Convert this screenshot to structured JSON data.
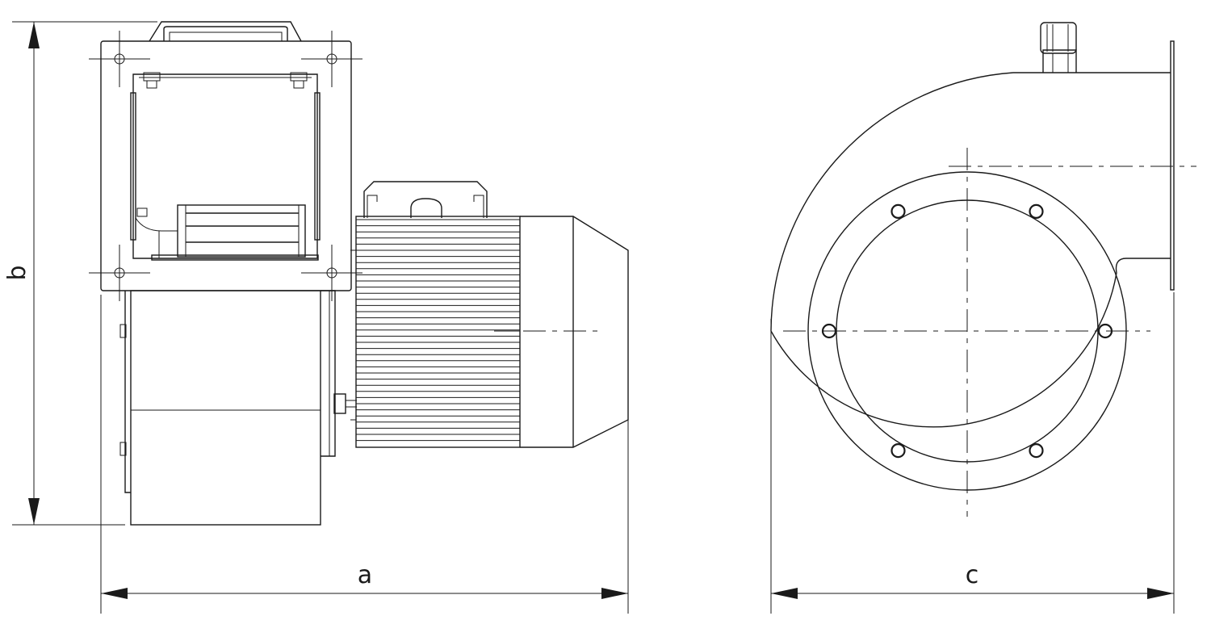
{
  "dimensions": {
    "a": "a",
    "b": "b",
    "c": "c"
  },
  "colors": {
    "line": "#1a1a1a",
    "background": "#ffffff"
  }
}
